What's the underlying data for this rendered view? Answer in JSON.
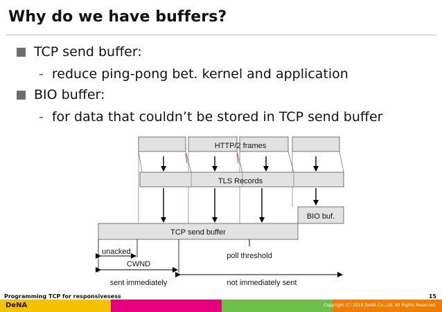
{
  "slide": {
    "title": "Why do we have buffers?",
    "bullets": [
      {
        "text": "TCP send buffer:",
        "sub": "reduce ping-pong bet. kernel and application"
      },
      {
        "text": "BIO buffer:",
        "sub": "for data that couldn’t be stored in TCP send buffer"
      }
    ],
    "sub_marker": "-"
  },
  "diagram": {
    "http2_label": "HTTP/2 frames",
    "tls_label": "TLS Records",
    "bio_label": "BIO buf.",
    "tcp_label": "TCP send buffer",
    "unacked_label": "unacked",
    "cwnd_label": "CWND",
    "poll_label": "poll threshold",
    "sent_label": "sent immediately",
    "not_sent_label": "not immediately sent"
  },
  "footer": {
    "left": "Programming TCP for responsivesess",
    "page": "15",
    "logo": "DeNA",
    "copyright": "Copyright (C) 2016 DeNA Co.,Ltd. All Rights Reserved."
  },
  "colors": {
    "box_fill": "#e2e2e2",
    "bar_yellow": "#f6c200",
    "bar_pink": "#e6007e",
    "bar_green": "#6cc04a",
    "bar_orange": "#ee7d00"
  }
}
